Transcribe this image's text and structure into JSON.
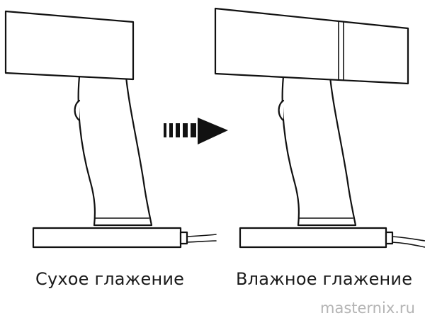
{
  "captions": {
    "dry": "Сухое глажение",
    "wet": "Влажное глажение"
  },
  "watermark": "masternix.ru",
  "arrow": {
    "direction": "right",
    "style": "dashed",
    "icon": "dashed-arrow-right-icon"
  },
  "colors": {
    "ink": "#111111",
    "watermark": "#b4b4b4",
    "background": "#ffffff"
  }
}
